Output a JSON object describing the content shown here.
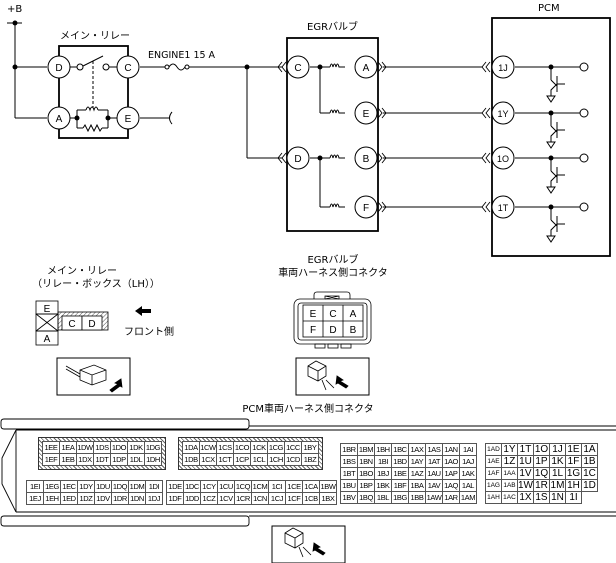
{
  "diagram": {
    "power_label": "+B",
    "main_relay": {
      "title": "メイン・リレー",
      "pins": [
        "D",
        "C",
        "A",
        "E"
      ]
    },
    "fuse_label": "ENGINE1 15 A",
    "egr_valve": {
      "title": "EGRバルブ",
      "input_pins": [
        "C",
        "D"
      ],
      "output_pins": [
        "A",
        "E",
        "B",
        "F"
      ]
    },
    "pcm": {
      "title": "PCM",
      "pins": [
        "1J",
        "1Y",
        "1O",
        "1T"
      ]
    }
  },
  "relay_connector": {
    "title_line1": "メイン・リレー",
    "title_line2": "（リレー・ボックス（LH））",
    "cells": [
      "E",
      "C",
      "D",
      "A"
    ],
    "front_label": "フロント側"
  },
  "egr_connector": {
    "title_line1": "EGRバルブ",
    "title_line2": "車両ハーネス側コネクタ",
    "rows": [
      [
        "E",
        "C",
        "A"
      ],
      [
        "F",
        "D",
        "B"
      ]
    ]
  },
  "pcm_connector": {
    "title": "PCM車両ハーネス側コネクタ",
    "block1": [
      [
        "1EE",
        "1EA",
        "1DW",
        "1DS",
        "1DO",
        "1DK",
        "1DG"
      ],
      [
        "1EF",
        "1EB",
        "1DX",
        "1DT",
        "1DP",
        "1DL",
        "1DH"
      ]
    ],
    "block2": [
      [
        "1DA",
        "1CW",
        "1CS",
        "1CO",
        "1CK",
        "1CG",
        "1CC",
        "1BY"
      ],
      [
        "1DB",
        "1CX",
        "1CT",
        "1CP",
        "1CL",
        "1CH",
        "1CD",
        "1BZ"
      ]
    ],
    "block3": [
      [
        "1EI",
        "1EG",
        "1EC",
        "1DY",
        "1DU",
        "1DQ",
        "1DM",
        "1DI"
      ],
      [
        "1EJ",
        "1EH",
        "1ED",
        "1DZ",
        "1DV",
        "1DR",
        "1DN",
        "1DJ"
      ]
    ],
    "block4": [
      [
        "1DE",
        "1DC",
        "1CY",
        "1CU",
        "1CQ",
        "1CM",
        "1CI",
        "1CE",
        "1CA",
        "1BW"
      ],
      [
        "1DF",
        "1DD",
        "1CZ",
        "1CV",
        "1CR",
        "1CN",
        "1CJ",
        "1CF",
        "1CB",
        "1BX"
      ]
    ],
    "block5": [
      [
        "1BR",
        "1BM",
        "1BH",
        "1BC",
        "1AX",
        "1AS",
        "1AN",
        "1AI"
      ],
      [
        "1BS",
        "1BN",
        "1BI",
        "1BD",
        "1AY",
        "1AT",
        "1AO",
        "1AJ"
      ],
      [
        "1BT",
        "1BO",
        "1BJ",
        "1BE",
        "1AZ",
        "1AU",
        "1AP",
        "1AK"
      ],
      [
        "1BU",
        "1BP",
        "1BK",
        "1BF",
        "1BA",
        "1AV",
        "1AQ",
        "1AL"
      ],
      [
        "1BV",
        "1BQ",
        "1BL",
        "1BG",
        "1BB",
        "1AW",
        "1AR",
        "1AM"
      ]
    ],
    "block6": [
      [
        "1AD",
        "1Y",
        "1T",
        "1O",
        "1J",
        "1E",
        "1A"
      ],
      [
        "1AE",
        "1Z",
        "1U",
        "1P",
        "1K",
        "1F",
        "1B"
      ],
      [
        "1AF",
        "1AA",
        "1V",
        "1Q",
        "1L",
        "1G",
        "1C"
      ],
      [
        "1AG",
        "1AB",
        "1W",
        "1R",
        "1M",
        "1H",
        "1D"
      ],
      [
        "1AH",
        "1AC",
        "1X",
        "1S",
        "1N",
        "1I",
        ""
      ]
    ]
  }
}
